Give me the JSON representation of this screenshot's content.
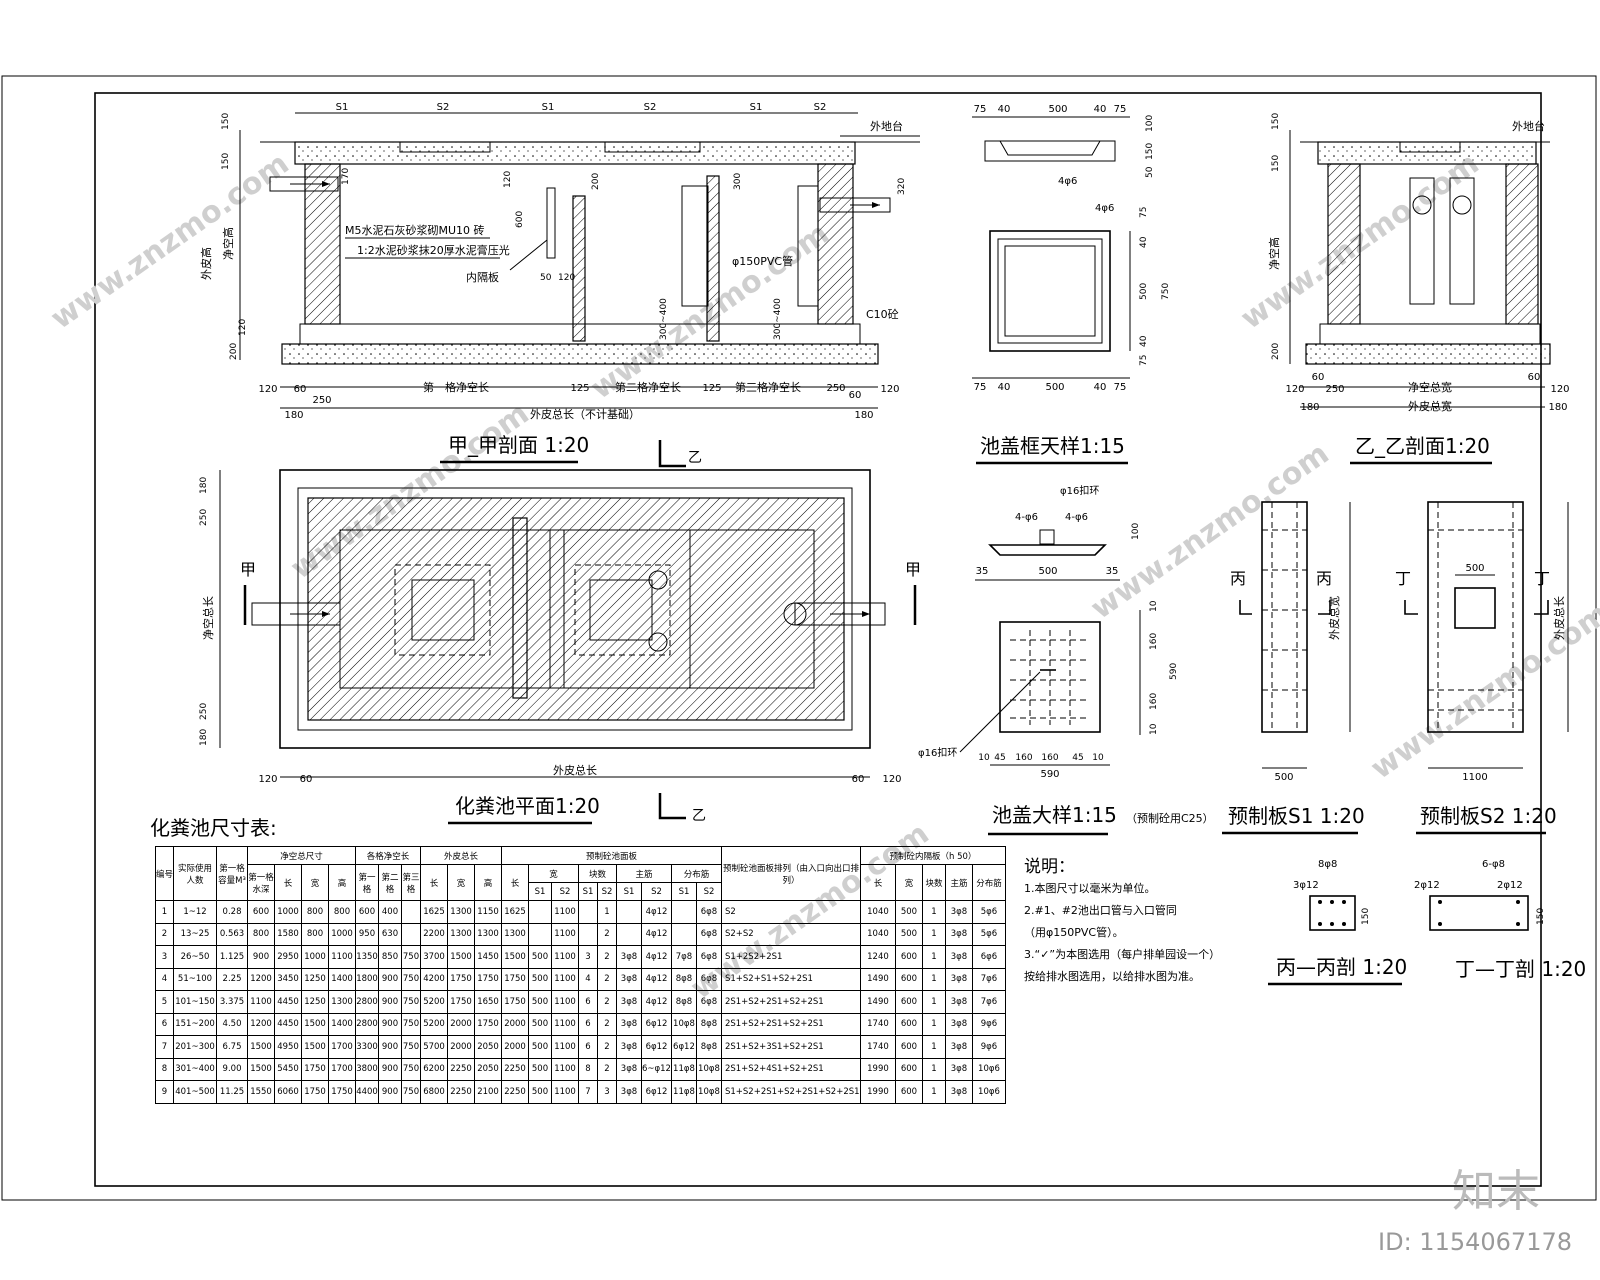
{
  "section_aa": {
    "title": "甲_甲剖面 1:20",
    "top_dims": [
      "S1",
      "S2",
      "S1",
      "S2",
      "S1",
      "S2"
    ],
    "ground": "外地台",
    "dims_left": [
      "150",
      "150",
      "外皮高",
      "净空高",
      "120",
      "200"
    ],
    "notes": [
      "M5水泥石灰砂浆砌MU10 砖",
      "1:2水泥砂浆抹20厚水泥膏压光",
      "内隔板",
      "φ150PVC管",
      "C10砼"
    ],
    "inner_dims": [
      "170",
      "120",
      "600",
      "50",
      "120",
      "200",
      "300",
      "320",
      "300~400",
      "300~400"
    ],
    "bottom_dims": [
      "120",
      "60",
      "第一格净空长",
      "125",
      "第二格净空长",
      "125",
      "第三格净空长",
      "250",
      "60",
      "120"
    ],
    "bottom_dims2": [
      "180",
      "250",
      "外皮总长（不计基础）",
      "180"
    ]
  },
  "cover_frame": {
    "title": "池盖框天样1:15",
    "dims_top": [
      "75",
      "40",
      "500",
      "40",
      "75"
    ],
    "dims_right": [
      "100",
      "150",
      "50"
    ],
    "rebar": [
      "4φ6",
      "4φ6"
    ],
    "dims_right2": [
      "75",
      "40",
      "500",
      "750",
      "40",
      "75"
    ],
    "dims_bottom": [
      "75",
      "40",
      "500",
      "40",
      "75"
    ]
  },
  "section_bb": {
    "title": "乙_乙剖面1:20",
    "ground": "外地台",
    "dims_left": [
      "150",
      "150",
      "净空高",
      "200"
    ],
    "dims_bottom": [
      "120",
      "60",
      "250",
      "净空总宽",
      "60",
      "120"
    ],
    "dims_bottom2": [
      "180",
      "外皮总宽",
      "180"
    ]
  },
  "plan": {
    "title": "化粪池平面1:20",
    "cut_a": "甲",
    "cut_b": "乙",
    "dims_left": [
      "180",
      "250",
      "净空总长",
      "250",
      "180"
    ],
    "dims_bottom": [
      "120",
      "60",
      "外皮总长",
      "60",
      "120"
    ]
  },
  "cover_detail": {
    "title": "池盖大样1:15",
    "note": "（预制砼用C25）",
    "labels": [
      "φ16扣环",
      "4-φ6",
      "4-φ6",
      "100",
      "35",
      "500",
      "35",
      "φ16扣环"
    ],
    "dims_right": [
      "10",
      "160",
      "590",
      "160",
      "10"
    ],
    "dims_bottom": [
      "10",
      "45",
      "160",
      "160",
      "45",
      "10"
    ],
    "dim_total": "590"
  },
  "slab_s1": {
    "title": "预制板S1 1:20",
    "cut": "丙",
    "dim_right": "外皮总宽",
    "dim_bottom": "500"
  },
  "slab_s2": {
    "title": "预制板S2 1:20",
    "cut": "丁",
    "dim_right": "外皮总长",
    "dim_open": "500",
    "dim_bottom": "1100"
  },
  "sec_cc": {
    "title": "丙—丙剖 1:20",
    "rebar_top": "8φ8",
    "rebar_side": "3φ12",
    "h": "150"
  },
  "sec_dd": {
    "title": "丁—丁剖 1:20",
    "rebar_top": "6-φ8",
    "rebar_l": "2φ12",
    "rebar_r": "2φ12",
    "h": "150"
  },
  "table": {
    "title": "化粪池尺寸表:",
    "h_no": "编号",
    "h_users": "实际使用人数",
    "h_vol": "第一格容量M³",
    "h_clear": "净空总尺寸",
    "h_cell": "各格净空长",
    "h_outer": "外皮总长",
    "h_slab": "预制砼池面板",
    "h_order": "预制砼池面板排列（由入口向出口排列）",
    "h_inner": "预制砼内隔板（h 50）",
    "sub_clear": [
      "第一格水深",
      "长",
      "宽",
      "高"
    ],
    "sub_cell": [
      "第一格",
      "第二格",
      "第三格"
    ],
    "sub_outer": [
      "长",
      "宽",
      "高"
    ],
    "sub_slab": [
      "长",
      "宽",
      "块数",
      "主筋",
      "分布筋"
    ],
    "sub_slab2": [
      "S1",
      "S2",
      "S1",
      "S2",
      "S1",
      "S2",
      "S1",
      "S2"
    ],
    "sub_inner": [
      "长",
      "宽",
      "块数",
      "主筋",
      "分布筋"
    ],
    "rows": [
      [
        "1",
        "1~12",
        "0.28",
        "600",
        "1000",
        "800",
        "800",
        "600",
        "400",
        "",
        "1625",
        "1300",
        "1150",
        "1625",
        "",
        "1100",
        "",
        "1",
        "",
        "4φ12",
        "",
        "6φ8",
        "S2",
        "1040",
        "500",
        "1",
        "3φ8",
        "5φ6"
      ],
      [
        "2",
        "13~25",
        "0.563",
        "800",
        "1580",
        "800",
        "1000",
        "950",
        "630",
        "",
        "2200",
        "1300",
        "1300",
        "1300",
        "",
        "1100",
        "",
        "2",
        "",
        "4φ12",
        "",
        "6φ8",
        "S2+S2",
        "1040",
        "500",
        "1",
        "3φ8",
        "5φ6"
      ],
      [
        "3",
        "26~50",
        "1.125",
        "900",
        "2950",
        "1000",
        "1100",
        "1350",
        "850",
        "750",
        "3700",
        "1500",
        "1450",
        "1500",
        "500",
        "1100",
        "3",
        "2",
        "3φ8",
        "4φ12",
        "7φ8",
        "6φ8",
        "S1+2S2+2S1",
        "1240",
        "600",
        "1",
        "3φ8",
        "6φ6"
      ],
      [
        "4",
        "51~100",
        "2.25",
        "1200",
        "3450",
        "1250",
        "1400",
        "1800",
        "900",
        "750",
        "4200",
        "1750",
        "1750",
        "1750",
        "500",
        "1100",
        "4",
        "2",
        "3φ8",
        "4φ12",
        "8φ8",
        "6φ8",
        "S1+S2+S1+S2+2S1",
        "1490",
        "600",
        "1",
        "3φ8",
        "7φ6"
      ],
      [
        "5",
        "101~150",
        "3.375",
        "1100",
        "4450",
        "1250",
        "1300",
        "2800",
        "900",
        "750",
        "5200",
        "1750",
        "1650",
        "1750",
        "500",
        "1100",
        "6",
        "2",
        "3φ8",
        "4φ12",
        "8φ8",
        "6φ8",
        "2S1+S2+2S1+S2+2S1",
        "1490",
        "600",
        "1",
        "3φ8",
        "7φ6"
      ],
      [
        "6",
        "151~200",
        "4.50",
        "1200",
        "4450",
        "1500",
        "1400",
        "2800",
        "900",
        "750",
        "5200",
        "2000",
        "1750",
        "2000",
        "500",
        "1100",
        "6",
        "2",
        "3φ8",
        "6φ12",
        "10φ8",
        "8φ8",
        "2S1+S2+2S1+S2+2S1",
        "1740",
        "600",
        "1",
        "3φ8",
        "9φ6"
      ],
      [
        "7",
        "201~300",
        "6.75",
        "1500",
        "4950",
        "1500",
        "1700",
        "3300",
        "900",
        "750",
        "5700",
        "2000",
        "2050",
        "2000",
        "500",
        "1100",
        "6",
        "2",
        "3φ8",
        "6φ12",
        "6φ12",
        "8φ8",
        "2S1+S2+3S1+S2+2S1",
        "1740",
        "600",
        "1",
        "3φ8",
        "9φ6"
      ],
      [
        "8",
        "301~400",
        "9.00",
        "1500",
        "5450",
        "1750",
        "1700",
        "3800",
        "900",
        "750",
        "6200",
        "2250",
        "2050",
        "2250",
        "500",
        "1100",
        "8",
        "2",
        "3φ8",
        "6~φ12",
        "11φ8",
        "10φ8",
        "2S1+S2+4S1+S2+2S1",
        "1990",
        "600",
        "1",
        "3φ8",
        "10φ6"
      ],
      [
        "9",
        "401~500",
        "11.25",
        "1550",
        "6060",
        "1750",
        "1750",
        "4400",
        "900",
        "750",
        "6800",
        "2250",
        "2100",
        "2250",
        "500",
        "1100",
        "7",
        "3",
        "3φ8",
        "6φ12",
        "11φ8",
        "10φ8",
        "S1+S2+2S1+S2+2S1+S2+2S1",
        "1990",
        "600",
        "1",
        "3φ8",
        "10φ6"
      ]
    ]
  },
  "notes": {
    "heading": "说明：",
    "items": [
      "1.本图尺寸以毫米为单位。",
      "2.#1、#2池出口管与入口管同",
      "（用φ150PVC管）。",
      "3.“✓”为本图选用（每户排单园设一个）",
      "按给排水图选用，以给排水图为准。"
    ]
  },
  "brand": "知末",
  "image_id": "ID: 1154067178",
  "watermark": "www.znzmo.com"
}
